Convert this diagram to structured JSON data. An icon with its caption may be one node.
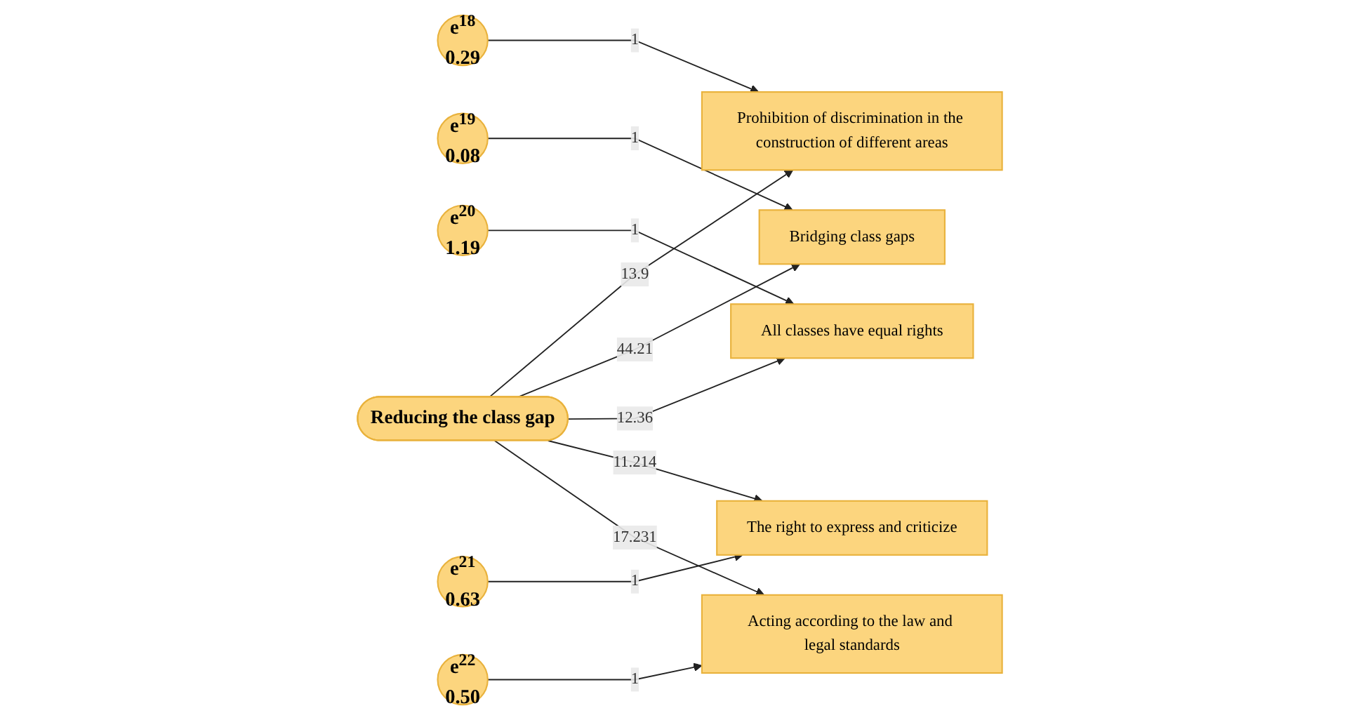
{
  "diagram": {
    "nodes": [
      {
        "text": [
          "e$^{18}$",
          "0.29"
        ]
      },
      {
        "text": [
          "Prohibition of discrimination in the construction of different areas"
        ]
      },
      {
        "text": [
          "e$^{19}$",
          "0.08"
        ]
      },
      {
        "text": [
          "Bridging class gaps"
        ]
      },
      {
        "text": [
          "e$^{20}$",
          "1.19"
        ]
      },
      {
        "text": [
          "All classes have equal rights"
        ]
      },
      {
        "text": [
          "e$^{21}$",
          "0.63"
        ]
      },
      {
        "text": [
          "The right to express and criticize"
        ]
      },
      {
        "text": [
          "e$^{22}$",
          "0.50"
        ]
      },
      {
        "text": [
          "Acting according to the law and legal standards"
        ]
      },
      {
        "text": [
          "Reducing the class gap"
        ]
      }
    ],
    "edges": [
      {
        "from": 0,
        "to": 1,
        "arrow": "to",
        "label": "1"
      },
      {
        "from": 2,
        "to": 3,
        "arrow": "to",
        "label": "1"
      },
      {
        "from": 4,
        "to": 5,
        "arrow": "to",
        "label": "1"
      },
      {
        "from": 6,
        "to": 7,
        "arrow": "to",
        "label": "1"
      },
      {
        "from": 8,
        "to": 9,
        "arrow": "to",
        "label": "1"
      },
      {
        "from": 10,
        "to": 1,
        "arrow": "to",
        "label": "13.9"
      },
      {
        "from": 10,
        "to": 3,
        "arrow": "to",
        "label": "44.21"
      },
      {
        "from": 10,
        "to": 5,
        "arrow": "to",
        "label": "12.36"
      },
      {
        "from": 10,
        "to": 7,
        "arrow": "to",
        "label": "11.214"
      },
      {
        "from": 10,
        "to": 9,
        "arrow": "to",
        "label": "17.231"
      }
    ]
  }
}
